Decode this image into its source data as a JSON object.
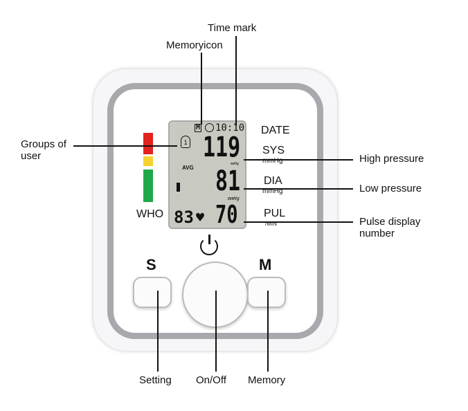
{
  "annotations": {
    "time_mark": "Time mark",
    "memory_icon": "Memoryicon",
    "groups_of_user": "Groups of\nuser",
    "high_pressure": "High pressure",
    "low_pressure": "Low pressure",
    "pulse_display": "Pulse display\nnumber",
    "setting": "Setting",
    "on_off": "On/Off",
    "memory": "Memory"
  },
  "device": {
    "who_label": "WHO",
    "who_colors": [
      "#e3231f",
      "#f5d22e",
      "#1fa84a"
    ],
    "lcd": {
      "memory_badge": "M",
      "time": "10:10",
      "user_number": "1",
      "avg": "AVG",
      "systolic": "119",
      "diastolic": "81",
      "pulse": "70",
      "memory_count": "83",
      "unit_small": "mmHg"
    },
    "side_labels": {
      "date": "DATE",
      "sys": "SYS",
      "sys_unit": "mmHg",
      "dia": "DIA",
      "dia_unit": "mmHg",
      "pul": "PUL",
      "pul_unit": "/MIN"
    },
    "buttons": {
      "s_label": "S",
      "m_label": "M"
    }
  }
}
